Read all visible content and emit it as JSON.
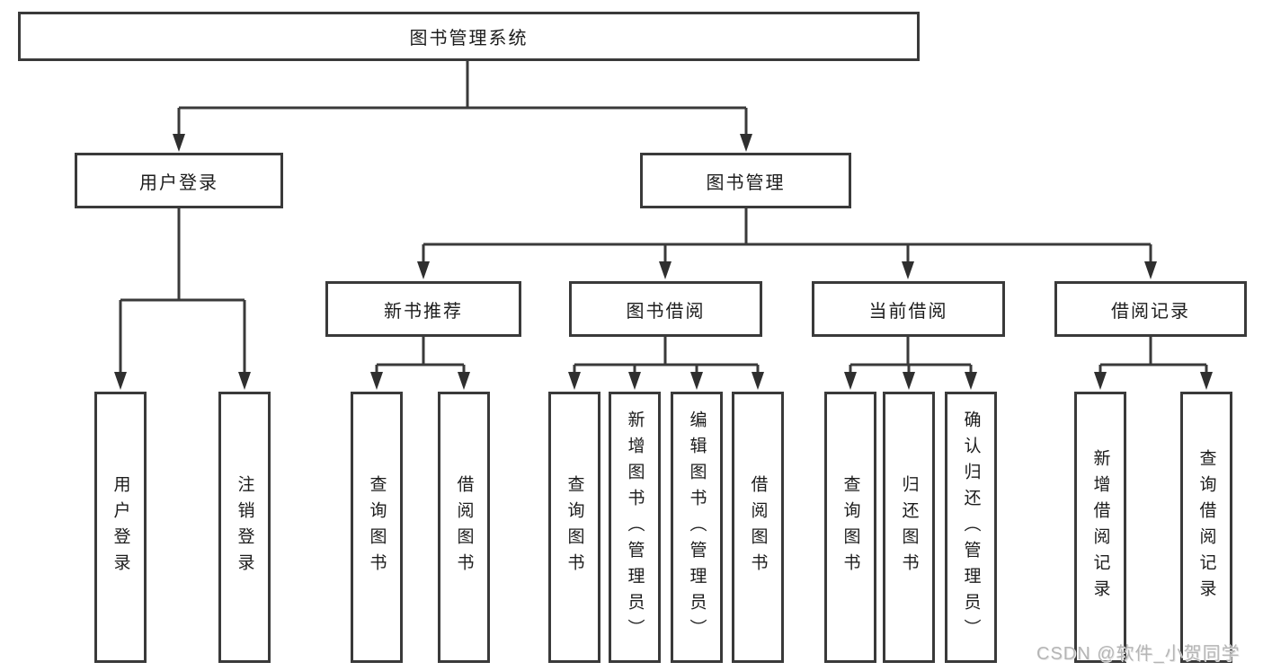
{
  "colors": {
    "background": "#ffffff",
    "line": "#3a3a3a",
    "box_border": "#3a3a3a",
    "text": "#1c1c1c",
    "watermark": "#b5b5b5"
  },
  "tree": {
    "root": {
      "label": "图书管理系统",
      "children": [
        {
          "label": "用户登录",
          "children": [
            {
              "label": "用户登录"
            },
            {
              "label": "注销登录"
            }
          ]
        },
        {
          "label": "图书管理",
          "children": [
            {
              "label": "新书推荐",
              "children": [
                {
                  "label": "查询图书"
                },
                {
                  "label": "借阅图书"
                }
              ]
            },
            {
              "label": "图书借阅",
              "children": [
                {
                  "label": "查询图书"
                },
                {
                  "label": "新增图书（管理员）"
                },
                {
                  "label": "编辑图书（管理员）"
                },
                {
                  "label": "借阅图书"
                }
              ]
            },
            {
              "label": "当前借阅",
              "children": [
                {
                  "label": "查询图书"
                },
                {
                  "label": "归还图书"
                },
                {
                  "label": "确认归还（管理员）"
                }
              ]
            },
            {
              "label": "借阅记录",
              "children": [
                {
                  "label": "新增借阅记录"
                },
                {
                  "label": "查询借阅记录"
                }
              ]
            }
          ]
        }
      ]
    }
  },
  "watermark": {
    "text": "CSDN @软件_小贺同学"
  }
}
